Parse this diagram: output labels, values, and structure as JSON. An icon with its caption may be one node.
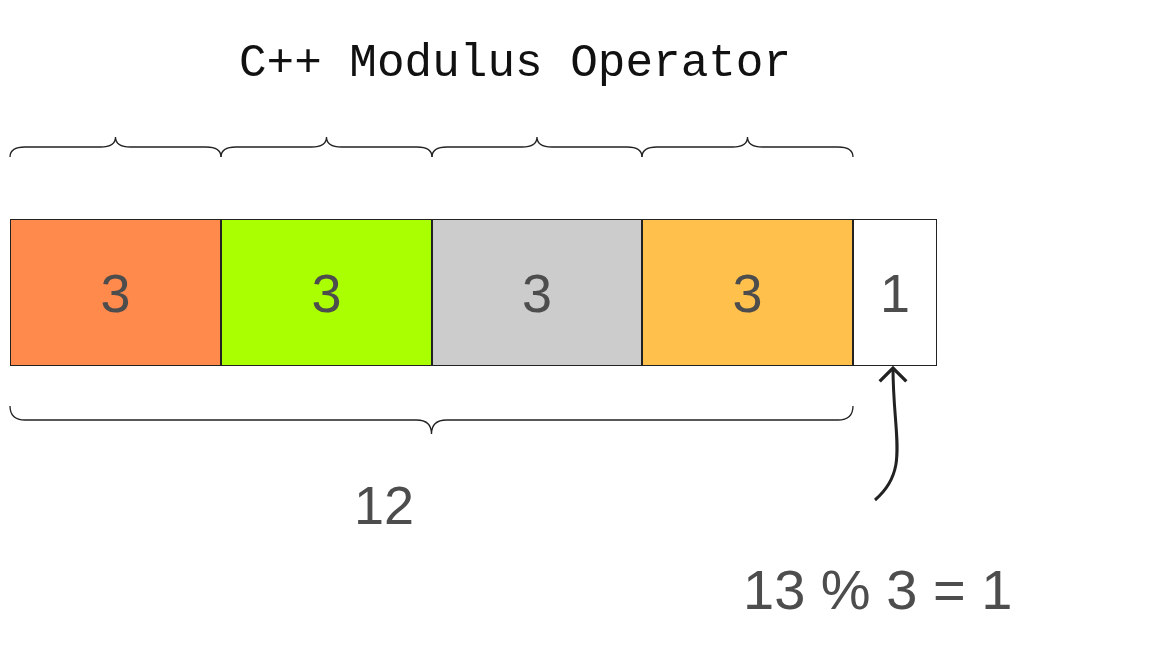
{
  "diagram": {
    "title": "C++ Modulus Operator",
    "nodes": [
      {
        "text": [
          "3"
        ]
      },
      {
        "text": [
          "3"
        ]
      },
      {
        "text": [
          "3"
        ]
      },
      {
        "text": [
          "3"
        ]
      },
      {
        "text": [
          "1"
        ]
      }
    ],
    "edges": [
      {
        "from": null,
        "to": 4,
        "arrow": "to"
      }
    ],
    "labels": [
      "12",
      "13 % 3 = 1"
    ]
  }
}
